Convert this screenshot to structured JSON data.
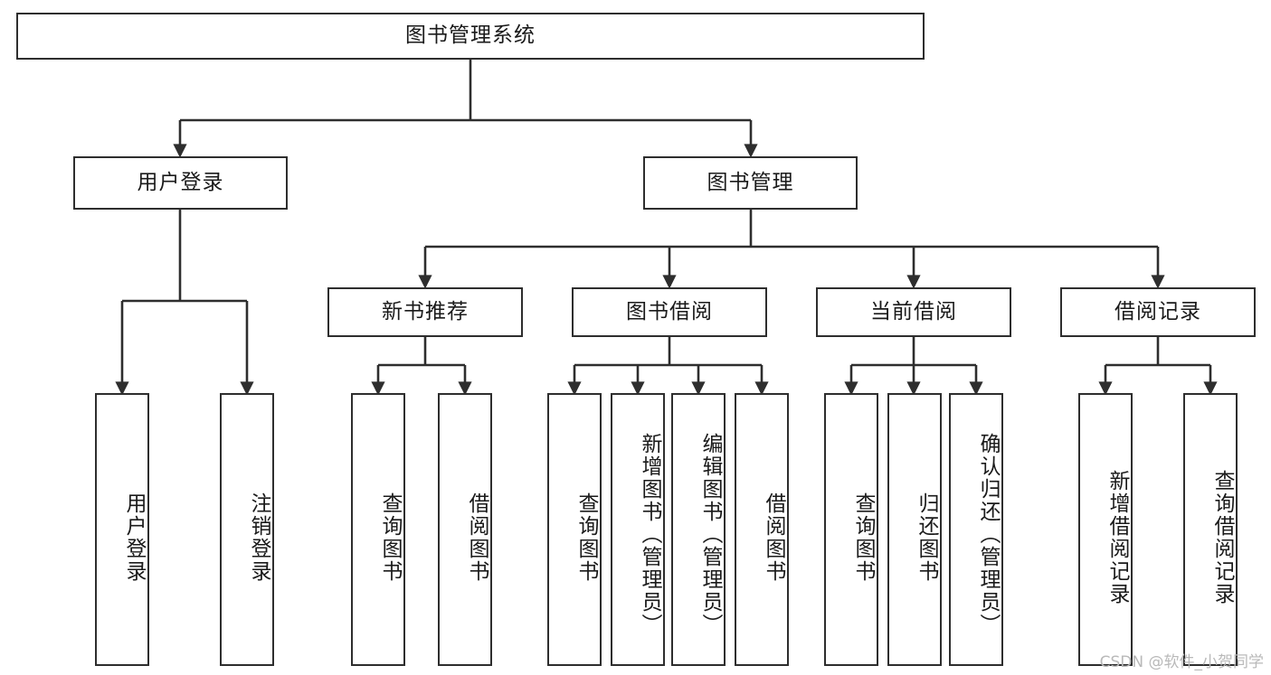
{
  "diagram": {
    "type": "tree-hierarchy",
    "title": "图书管理系统",
    "watermark": "CSDN @软件_小贺同学",
    "colors": {
      "stroke": "#2e2e2e",
      "fill": "#ffffff",
      "text": "#1a1a1a",
      "watermark": "#b9b9b9"
    },
    "root": {
      "label": "图书管理系统"
    },
    "level2": [
      {
        "label": "用户登录"
      },
      {
        "label": "图书管理"
      }
    ],
    "level3": [
      {
        "label": "新书推荐"
      },
      {
        "label": "图书借阅"
      },
      {
        "label": "当前借阅"
      },
      {
        "label": "借阅记录"
      }
    ],
    "leaves": {
      "user_login": [
        {
          "label": "用户登录"
        },
        {
          "label": "注销登录"
        }
      ],
      "new_book_recommend": [
        {
          "label": "查询图书"
        },
        {
          "label": "借阅图书"
        }
      ],
      "book_borrow": [
        {
          "label": "查询图书"
        },
        {
          "label": "新增图书（管理员）"
        },
        {
          "label": "编辑图书（管理员）"
        },
        {
          "label": "借阅图书"
        }
      ],
      "current_borrow": [
        {
          "label": "查询图书"
        },
        {
          "label": "归还图书"
        },
        {
          "label": "确认归还（管理员）"
        }
      ],
      "borrow_record": [
        {
          "label": "新增借阅记录"
        },
        {
          "label": "查询借阅记录"
        }
      ]
    }
  }
}
